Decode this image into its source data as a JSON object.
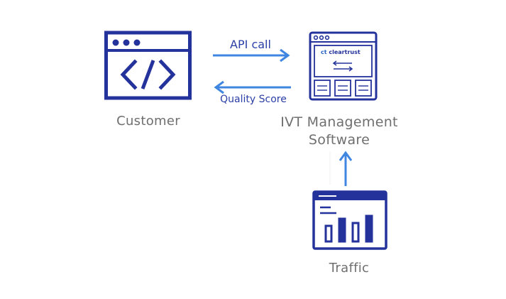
{
  "nodes": {
    "customer": {
      "label": "Customer"
    },
    "ivt": {
      "label_line1": "IVT Management",
      "label_line2": "Software",
      "brand": "cleartrust",
      "brand_mark": "ct"
    },
    "traffic": {
      "label": "Traffic"
    }
  },
  "edges": {
    "api_call": "API call",
    "quality_score": "Quality Score"
  },
  "colors": {
    "icon": "#24329b",
    "arrow": "#3f86e0",
    "label_text": "#6f6f6f",
    "edge_text": "#2b3fa6",
    "brand": "#2a66c8"
  }
}
